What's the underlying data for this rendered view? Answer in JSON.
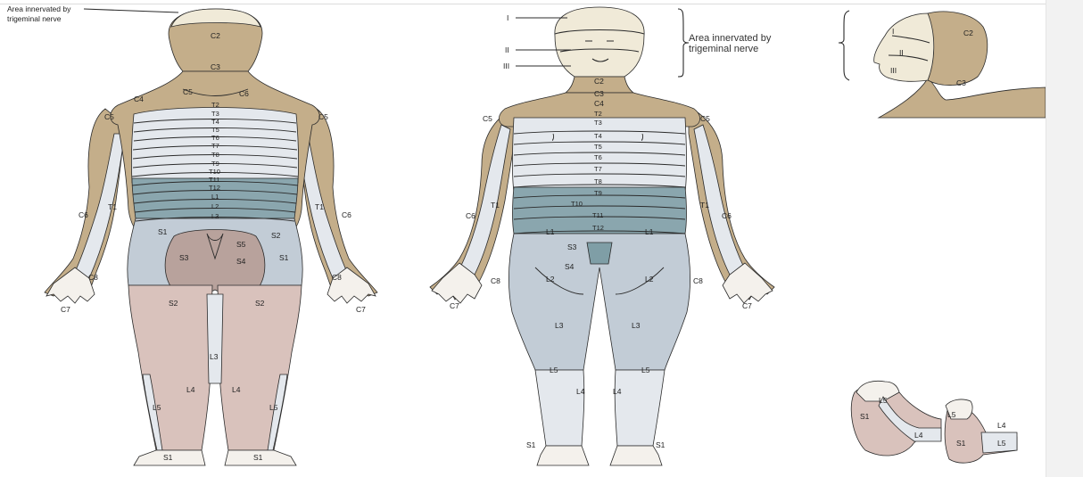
{
  "colors": {
    "cervical": "#c4ae8a",
    "trigeminal": "#f0ead8",
    "thoracic_light": "#e4e8ed",
    "thoracic_dark": "#7f9ea6",
    "lumbar": "#c2ccd6",
    "sacral": "#d9c2bc",
    "skin_light": "#f4f1ec"
  },
  "back_view": {
    "caption": "Area innervated by\ntrigeminal nerve",
    "caption_line1": "Area innervated by",
    "caption_line2": "trigeminal nerve",
    "labels": {
      "c2": "C2",
      "c3": "C3",
      "c4": "C4",
      "c5_center": "C5",
      "c6_center": "C6",
      "c5_left": "C5",
      "c5_right": "C5",
      "t2": "T2",
      "t3": "T3",
      "t4": "T4",
      "t5": "T5",
      "t6": "T6",
      "t7": "T7",
      "t8": "T8",
      "t9": "T9",
      "t10": "T10",
      "t11": "T11",
      "t12": "T12",
      "l1": "L1",
      "l2": "L2",
      "l3": "L3",
      "t1_left": "T1",
      "t1_right": "T1",
      "c6_left": "C6",
      "c6_right": "C6",
      "c8_left": "C8",
      "c8_right": "C8",
      "c7_left": "C7",
      "c7_right": "C7",
      "s1_upper_left": "S1",
      "s2_upper_right": "S2",
      "s5": "S5",
      "s4": "S4",
      "s3": "S3",
      "s1_mid_right": "S1",
      "s2_left": "S2",
      "s2_right": "S2",
      "l3_leg": "L3",
      "l4_left": "L4",
      "l4_right": "L4",
      "l5_left": "L5",
      "l5_right": "L5",
      "s1_foot_left": "S1",
      "s1_foot_right": "S1"
    }
  },
  "front_view": {
    "face_labels": {
      "i": "I",
      "ii": "II",
      "iii": "III"
    },
    "caption_line1": "Area innervated by",
    "caption_line2": "trigeminal nerve",
    "labels": {
      "c2": "C2",
      "c3": "C3",
      "c4": "C4",
      "c5_left": "C5",
      "c5_right": "C5",
      "t2": "T2",
      "t3": "T3",
      "t4": "T4",
      "t5": "T5",
      "t6": "T6",
      "t7": "T7",
      "t8": "T8",
      "t9": "T9",
      "t10": "T10",
      "t11": "T11",
      "t12": "T12",
      "l1_left": "L1",
      "l1_right": "L1",
      "s3": "S3",
      "s4": "S4",
      "t1_left": "T1",
      "t1_right": "T1",
      "c6_left": "C6",
      "c6_right": "C6",
      "c8_left": "C8",
      "c8_right": "C8",
      "c7_left": "C7",
      "c7_right": "C7",
      "l2_left": "L2",
      "l2_right": "L2",
      "l3_left": "L3",
      "l3_right": "L3",
      "l5_left": "L5",
      "l5_right": "L5",
      "l4_left": "L4",
      "l4_right": "L4",
      "s1_left": "S1",
      "s1_right": "S1"
    }
  },
  "head_inset": {
    "i": "I",
    "ii": "II",
    "iii": "III",
    "c2": "C2",
    "c3": "C3"
  },
  "foot_inset": {
    "s1_a": "S1",
    "l5_a": "L5",
    "l4_a": "L4",
    "l5_b": "L5",
    "s1_b": "S1",
    "l4_b": "L4",
    "l5_c": "L5"
  }
}
